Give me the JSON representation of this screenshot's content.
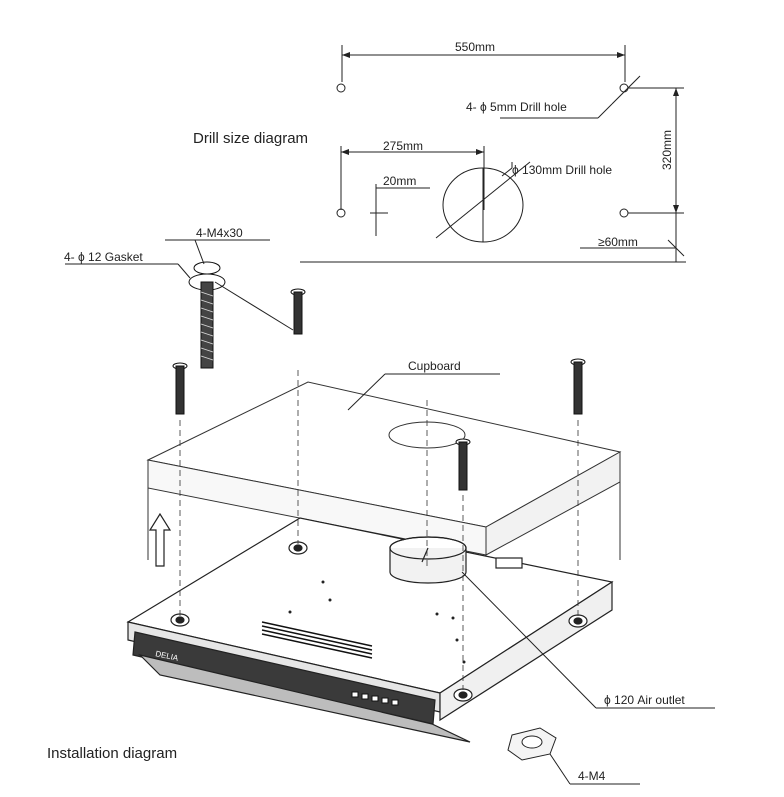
{
  "drill_diagram": {
    "title": "Drill size diagram",
    "dim_550": "550mm",
    "dim_275": "275mm",
    "dim_20": "20mm",
    "dim_320": "320mm",
    "dim_60": "≥60mm",
    "drill_hole_small": "4- ϕ 5mm Drill hole",
    "drill_hole_large": "ϕ 130mm Drill hole"
  },
  "installation": {
    "title": "Installation diagram",
    "screw": "4-M4x30",
    "gasket": "4- ϕ 12 Gasket",
    "cupboard": "Cupboard",
    "air_outlet": "ϕ 120 Air outlet",
    "nut": "4-M4",
    "brand": "DELIA"
  }
}
